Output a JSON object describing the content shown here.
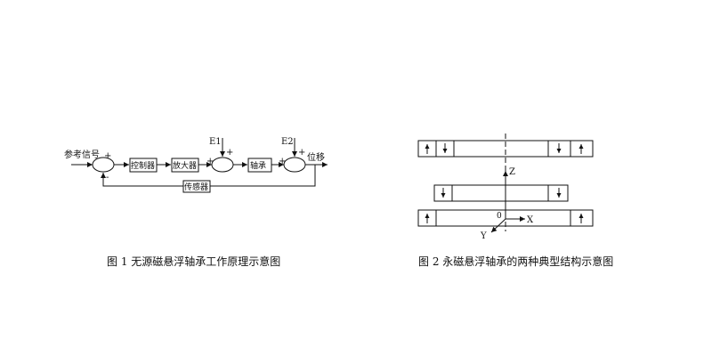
{
  "figure1": {
    "caption": "图 1   无源磁悬浮轴承工作原理示意图",
    "input_label": "参考信号",
    "output_label": "位移",
    "blocks": [
      "控制器",
      "放大器",
      "轴承",
      "传感器"
    ],
    "disturbances": [
      "E1",
      "E2"
    ],
    "signs": {
      "plus": "+",
      "minus": "-"
    }
  },
  "figure2": {
    "caption": "图 2   永磁悬浮轴承的两种典型结构示意图",
    "axes": {
      "z": "Z",
      "x": "X",
      "y": "Y",
      "origin": "0"
    }
  }
}
